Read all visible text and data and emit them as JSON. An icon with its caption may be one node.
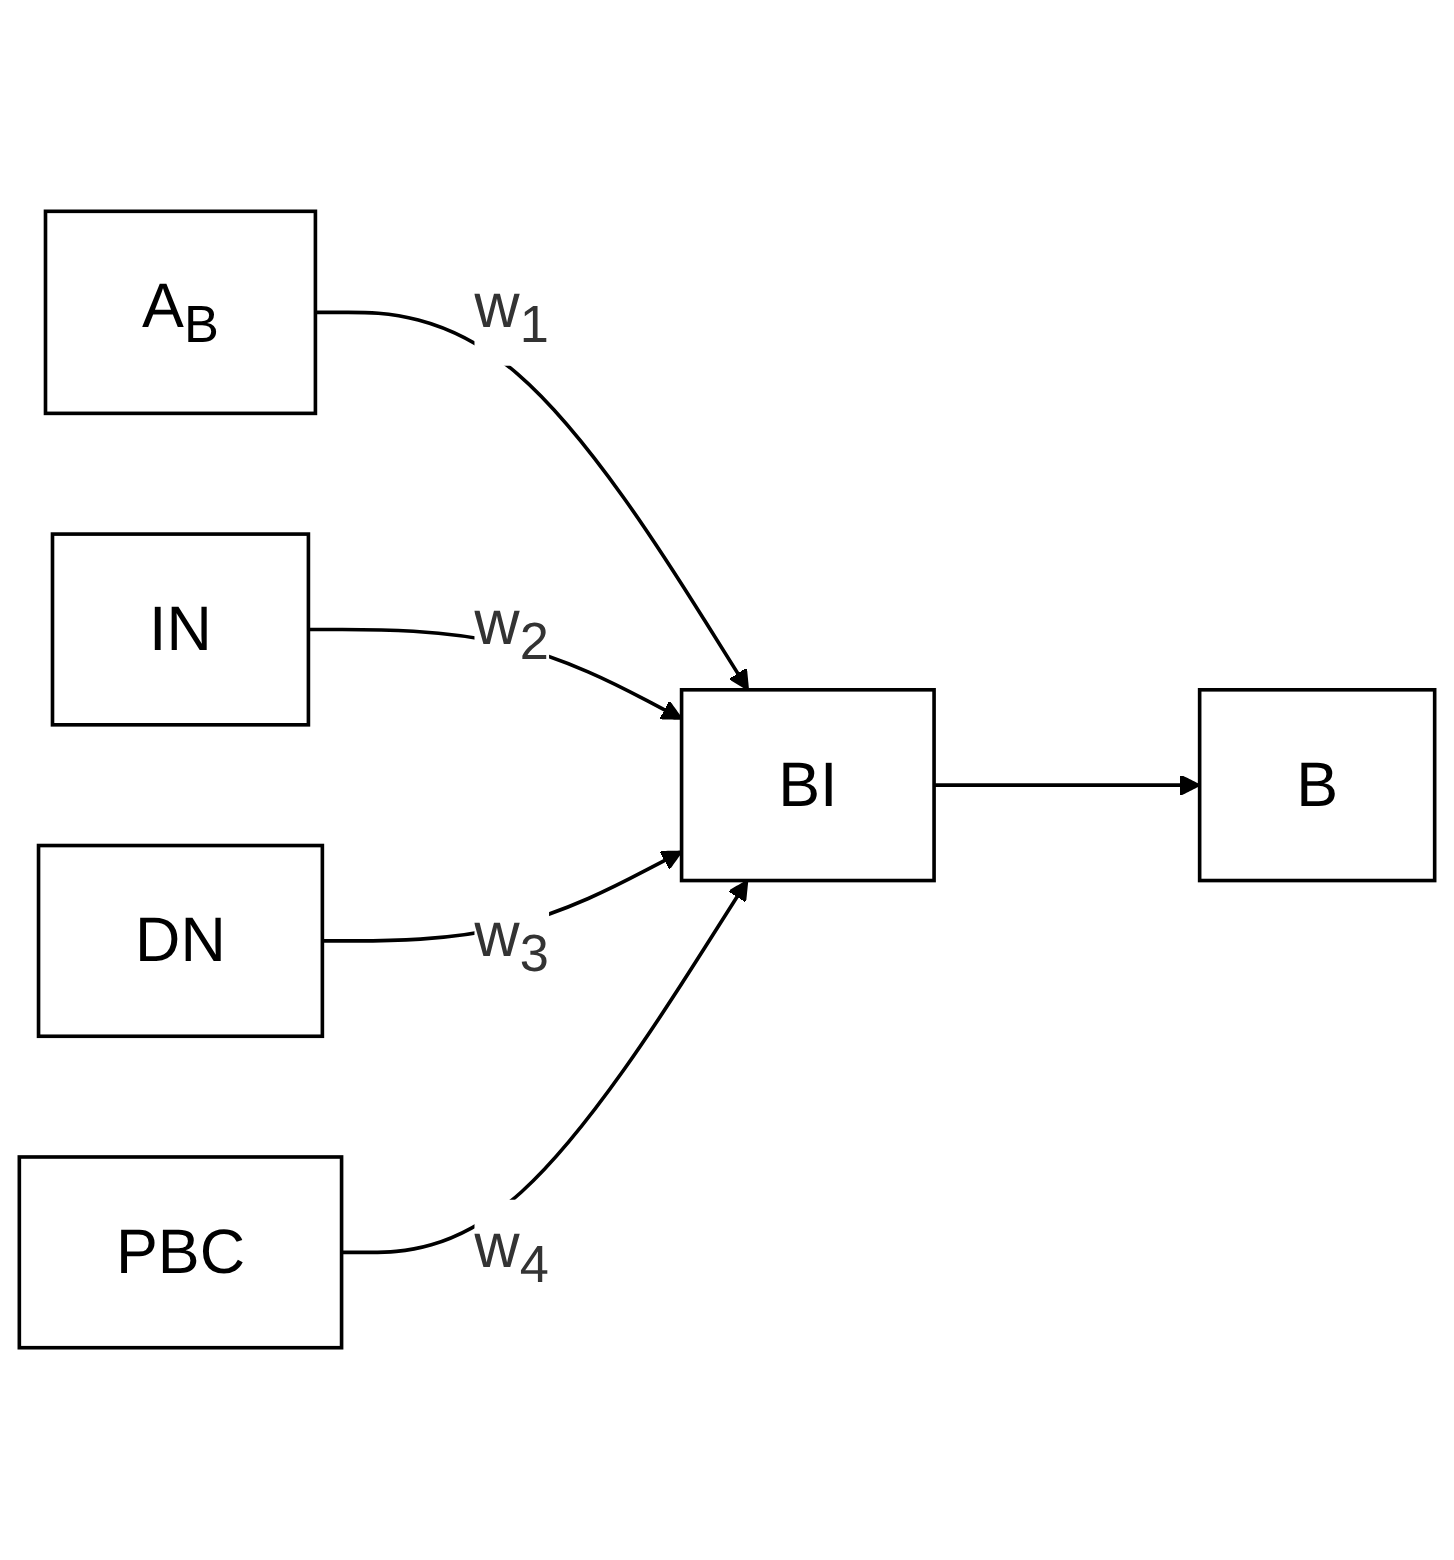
{
  "diagram": {
    "nodes": [
      {
        "text": [
          "A$_{B}$"
        ]
      },
      {
        "text": [
          "IN"
        ]
      },
      {
        "text": [
          "DN"
        ]
      },
      {
        "text": [
          "PBC"
        ]
      },
      {
        "text": [
          "BI"
        ]
      },
      {
        "text": [
          "B"
        ]
      }
    ],
    "edges": [
      {
        "from": 0,
        "to": 4,
        "arrow": "to",
        "label": "w$_{1}$"
      },
      {
        "from": 1,
        "to": 4,
        "arrow": "to",
        "label": "w$_{2}$"
      },
      {
        "from": 2,
        "to": 4,
        "arrow": "to",
        "label": "w$_{3}$"
      },
      {
        "from": 3,
        "to": 4,
        "arrow": "to",
        "label": "w$_{4}$"
      },
      {
        "from": 4,
        "to": 5,
        "arrow": "to"
      }
    ]
  }
}
